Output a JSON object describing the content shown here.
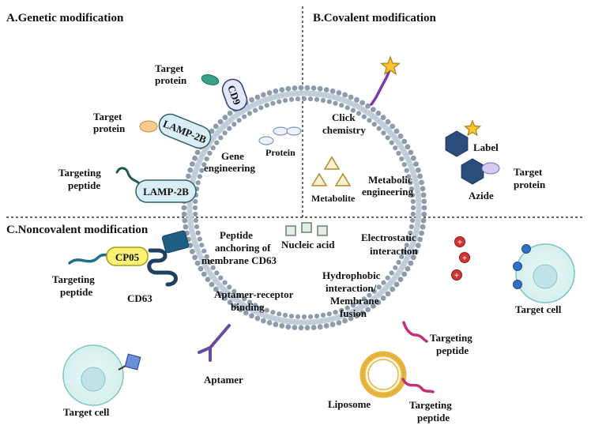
{
  "sections": {
    "a": "A.Genetic modification",
    "b": "B.Covalent modification",
    "c": "C.Noncovalent modification"
  },
  "genetic": {
    "target_protein_1": [
      "Target",
      "protein"
    ],
    "target_protein_2": [
      "Target",
      "protein"
    ],
    "targeting_peptide": [
      "Targeting",
      "peptide"
    ],
    "cd9": "CD9",
    "lamp2b_1": "LAMP-2B",
    "lamp2b_2": "LAMP-2B",
    "gene_engineering": [
      "Gene",
      "engineering"
    ],
    "protein": "Protein"
  },
  "covalent": {
    "click_chemistry": [
      "Click",
      "chemistry"
    ],
    "label": "Label",
    "metabolic_engineering": [
      "Metabolic",
      "engineering"
    ],
    "metabolite": "Metabolite",
    "azide": "Azide",
    "target_protein": [
      "Target",
      "protein"
    ]
  },
  "noncovalent": {
    "cp05": "CP05",
    "targeting_peptide_left": [
      "Targeting",
      "peptide"
    ],
    "cd63": "CD63",
    "peptide_anchoring": [
      "Peptide",
      "anchoring of",
      "membrane CD63"
    ],
    "nucleic_acid": "Nucleic acid",
    "electrostatic": [
      "Electrostatic",
      "interaction"
    ],
    "hydrophobic": [
      "Hydrophobic",
      "interaction/",
      "Membrane",
      "fusion"
    ],
    "aptamer_binding": [
      "Aptamer-receptor",
      "binding"
    ],
    "aptamer": "Aptamer",
    "targeting_peptide_upper": [
      "Targeting",
      "peptide"
    ],
    "targeting_peptide_lower": [
      "Targeting",
      "peptide"
    ],
    "liposome": "Liposome",
    "target_cell_right": "Target cell",
    "target_cell_left": "Target cell",
    "plus": "+"
  }
}
